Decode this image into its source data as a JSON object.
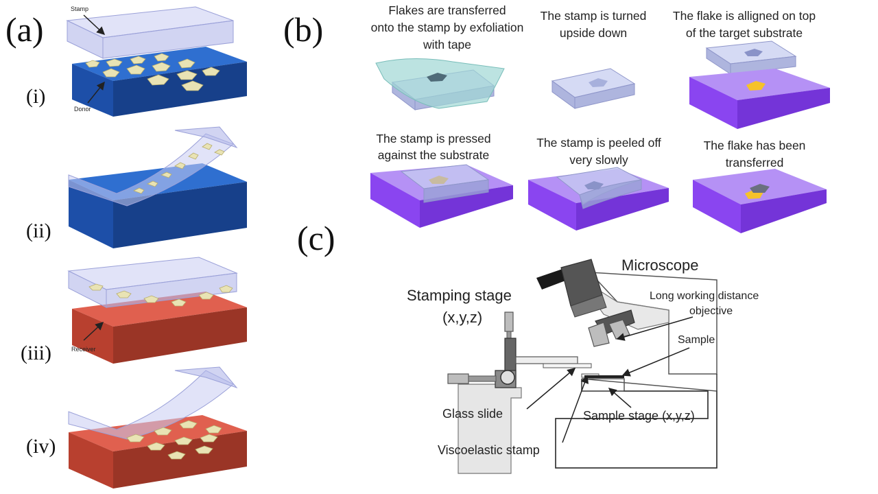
{
  "panel_a": {
    "letter": "(a)",
    "steps": [
      "(i)",
      "(ii)",
      "(iii)",
      "(iv)"
    ],
    "labels": {
      "stamp": "Stamp",
      "donor": "Donor",
      "receiver": "Receiver"
    }
  },
  "panel_b": {
    "letter": "(b)",
    "captions": [
      [
        "Flakes are transferred",
        "onto the stamp by exfoliation",
        "with tape"
      ],
      [
        "The stamp is turned",
        "upside down"
      ],
      [
        "The flake is alligned on top",
        "of the target substrate"
      ],
      [
        "The stamp is pressed",
        "against the substrate"
      ],
      [
        "The stamp is peeled off",
        "very slowly"
      ],
      [
        "The flake has been",
        "transferred"
      ]
    ]
  },
  "panel_c": {
    "letter": "(c)",
    "labels": {
      "microscope": "Microscope",
      "stamping_stage": "Stamping stage",
      "stamping_stage_axes": "(x,y,z)",
      "objective": [
        "Long working distance",
        "objective"
      ],
      "sample": "Sample",
      "glass_slide": "Glass slide",
      "sample_stage": "Sample stage (x,y,z)",
      "viscoelastic_stamp": "Viscoelastic stamp"
    }
  },
  "colors": {
    "donor_blue": "#2f6fd0",
    "receiver_red": "#e0604f",
    "substrate_purple": "#8a45f0",
    "flake_gold": "#f6c22a"
  }
}
